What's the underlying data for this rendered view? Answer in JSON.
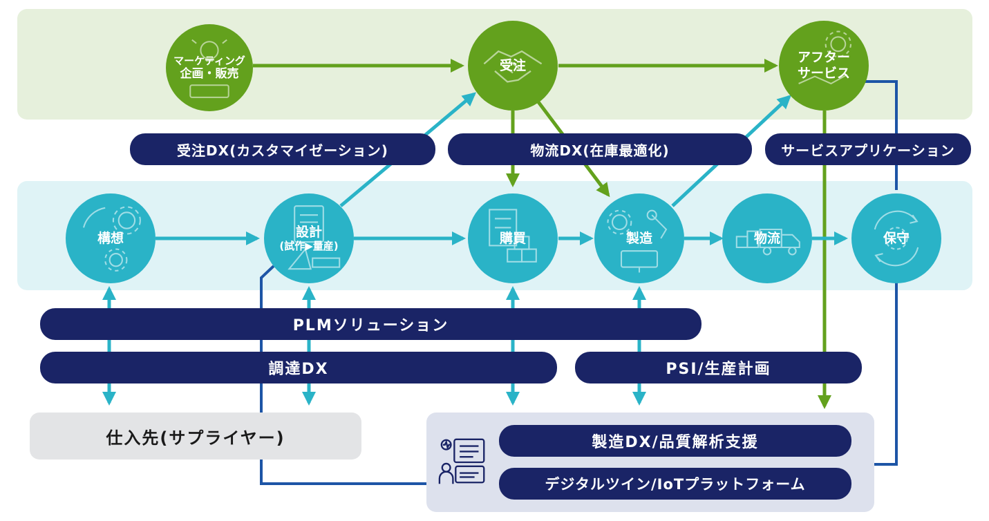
{
  "nodes": {
    "marketing": {
      "line1": "マーケティング",
      "line2": "企画・販売"
    },
    "order": {
      "label": "受注"
    },
    "aftersales": {
      "line1": "アフター",
      "line2": "サービス"
    },
    "concept": {
      "label": "構想"
    },
    "design": {
      "label": "設計",
      "sub": "(試作▶量産)"
    },
    "purchase": {
      "label": "購買"
    },
    "manufacture": {
      "label": "製造"
    },
    "logistics": {
      "label": "物流"
    },
    "maintenance": {
      "label": "保守"
    }
  },
  "pills": {
    "order_dx": "受注DX(カスタマイゼーション)",
    "logistics_dx": "物流DX(在庫最適化)",
    "service_app": "サービスアプリケーション",
    "plm": "PLMソリューション",
    "procurement_dx": "調達DX",
    "psi": "PSI/生産計画",
    "manufacturing_dx": "製造DX/品質解析支援",
    "digital_twin": "デジタルツイン/IoTプラットフォーム"
  },
  "supplier": {
    "label": "仕入先(サプライヤー)"
  },
  "colors": {
    "green": "#63a11d",
    "teal": "#2ab3c7",
    "navy": "#1a2466",
    "wire_blue": "#1d55a6",
    "band_green": "#e6f0dc",
    "band_teal": "#dff3f6",
    "supplier_bg": "#e3e4e6",
    "platform_bg": "#dde1ed"
  },
  "icons": [
    "lightbulb-icon",
    "handshake-icon",
    "gear-icon",
    "document-icon",
    "checklist-icon",
    "robot-arm-icon",
    "truck-icon",
    "cycle-icon",
    "monitor-icon"
  ]
}
